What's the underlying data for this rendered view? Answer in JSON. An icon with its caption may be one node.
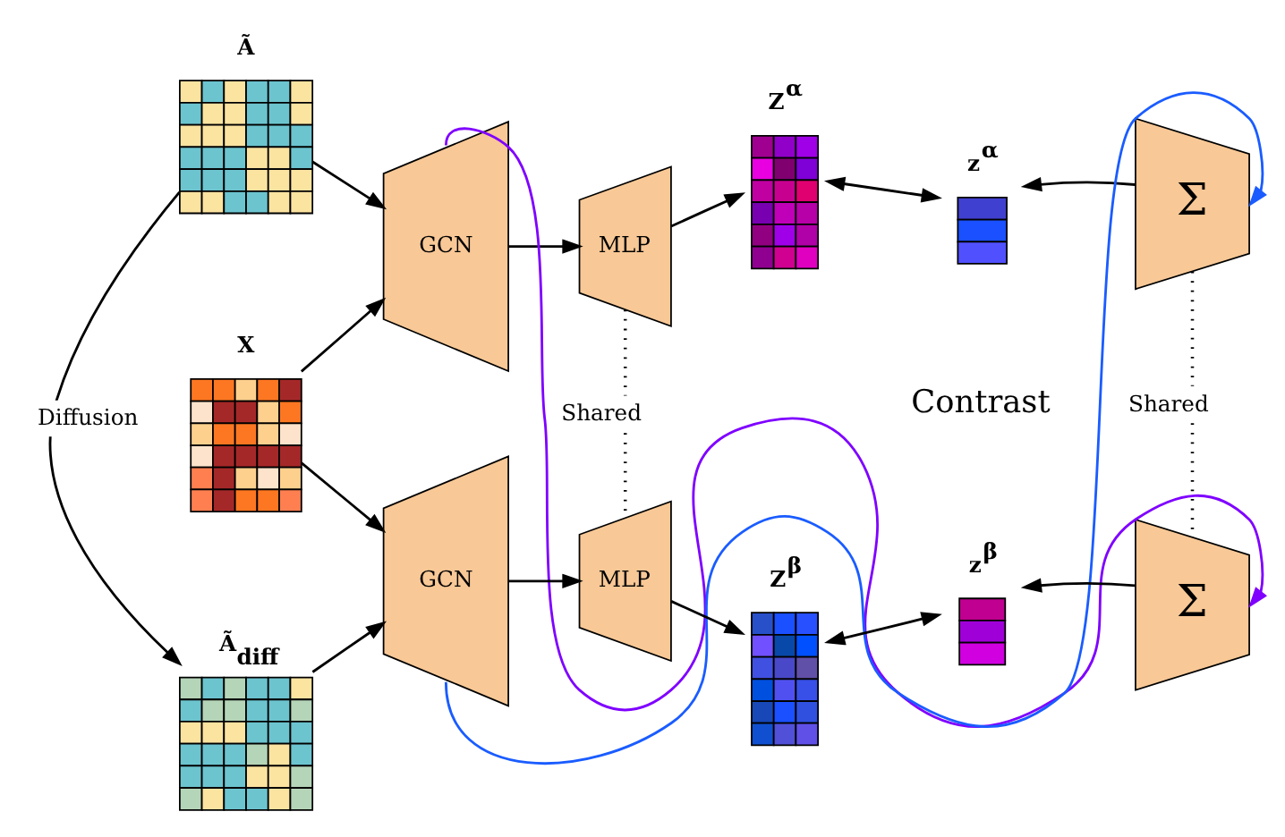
{
  "diagram": {
    "nodes": [
      {
        "text": [
          "Ã"
        ]
      },
      {
        "text": [
          "X"
        ]
      },
      {
        "text": [
          "Ã$_{diff}$"
        ]
      },
      {
        "text": [
          "GCN"
        ]
      },
      {
        "text": [
          "MLP"
        ]
      },
      {
        "text": [
          "Z$^{α}$"
        ]
      },
      {
        "text": [
          "z$^{α}$"
        ]
      },
      {
        "text": [
          "Σ"
        ]
      },
      {
        "text": [
          "GCN"
        ]
      },
      {
        "text": [
          "MLP"
        ]
      },
      {
        "text": [
          "Z$^{β}$"
        ]
      },
      {
        "text": [
          "z$^{β}$"
        ]
      },
      {
        "text": [
          "Σ"
        ]
      }
    ],
    "edges": [
      {
        "from": 0,
        "to": 2,
        "arrow": "to",
        "label": "Diffusion"
      },
      {
        "from": 0,
        "to": 3,
        "arrow": "to"
      },
      {
        "from": 1,
        "to": 3,
        "arrow": "to"
      },
      {
        "from": 1,
        "to": 8,
        "arrow": "to"
      },
      {
        "from": 2,
        "to": 8,
        "arrow": "to"
      },
      {
        "from": 3,
        "to": 4,
        "arrow": "to"
      },
      {
        "from": 8,
        "to": 9,
        "arrow": "to"
      },
      {
        "from": 4,
        "to": 5,
        "arrow": "to"
      },
      {
        "from": 9,
        "to": 10,
        "arrow": "to"
      },
      {
        "from": 5,
        "to": 6,
        "arrow": "both"
      },
      {
        "from": 10,
        "to": 11,
        "arrow": "both"
      },
      {
        "from": 7,
        "to": 6,
        "arrow": "to"
      },
      {
        "from": 12,
        "to": 11,
        "arrow": "to"
      },
      {
        "from": 4,
        "to": 9,
        "arrow": "none",
        "style": "dashed",
        "label": "Shared"
      },
      {
        "from": 7,
        "to": 12,
        "arrow": "none",
        "style": "dashed",
        "label": "Shared"
      },
      {
        "from": 3,
        "to": 12,
        "arrow": "to",
        "color": "#7f00ff"
      },
      {
        "from": 8,
        "to": 7,
        "arrow": "to",
        "color": "#1a5cff"
      }
    ],
    "labels": [
      "Contrast"
    ]
  }
}
